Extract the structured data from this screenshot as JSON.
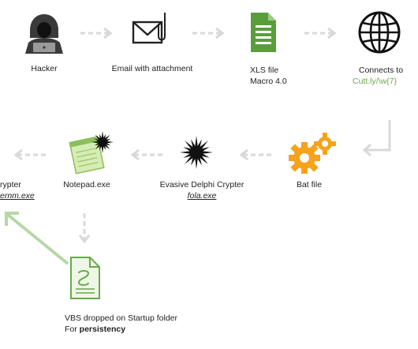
{
  "nodes": {
    "hacker": {
      "label": "Hacker"
    },
    "email": {
      "label": "Email with attachment"
    },
    "xls": {
      "line1": "XLS file",
      "line2": "Macro 4.0"
    },
    "connects": {
      "line1": "Connects to",
      "line2": "Cutt.ly/\\w{7}"
    },
    "bat": {
      "label": "Bat file"
    },
    "crypter": {
      "line1": "Evasive Delphi Crypter",
      "line2": "fola.exe"
    },
    "notepad": {
      "label": "Notepad.exe"
    },
    "left_crypter": {
      "line1": "rypter",
      "line2": "ernm.exe"
    },
    "vbs": {
      "line1": "VBS dropped on Startup folder",
      "line2_prefix": "For ",
      "line2_bold": "persistency"
    }
  },
  "colors": {
    "arrow_dashed": "#d9d9d9",
    "accent_green": "#6aa84f",
    "highlight_arrow": "#b6d7a8",
    "gear_orange": "#f6a21b",
    "xls_green": "#5a9e3c"
  }
}
